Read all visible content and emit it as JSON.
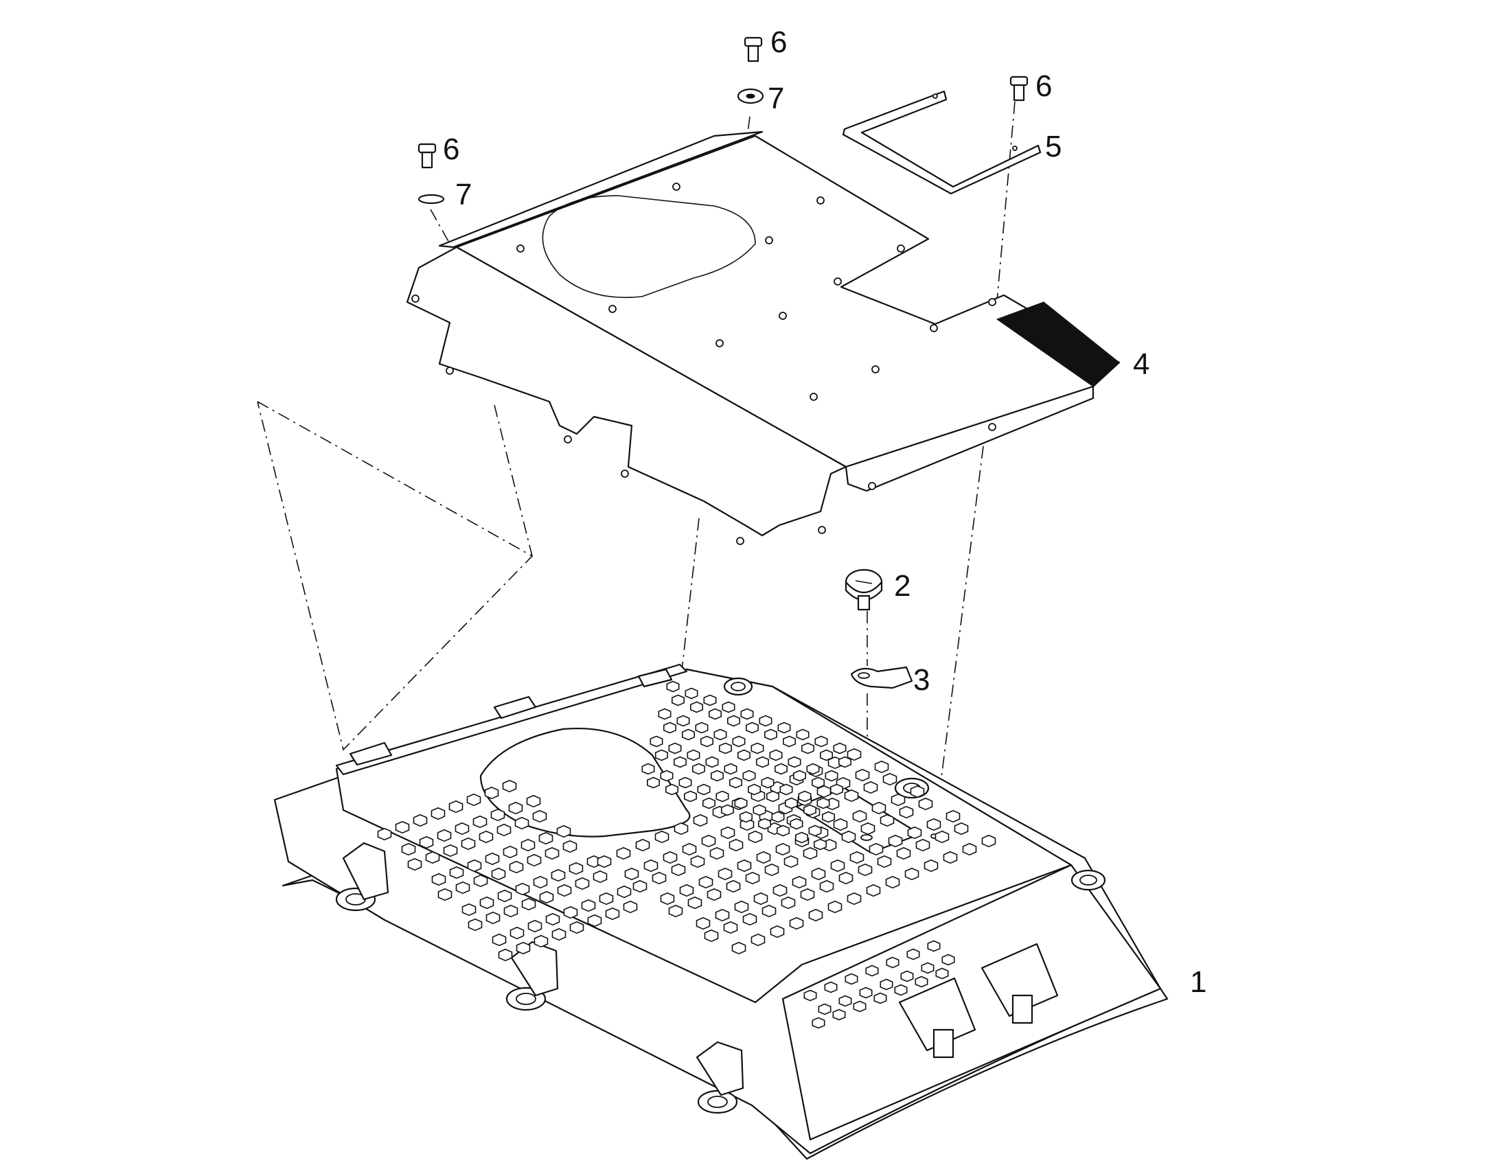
{
  "diagram": {
    "callouts": [
      {
        "id": "1",
        "label": "1"
      },
      {
        "id": "2",
        "label": "2"
      },
      {
        "id": "3",
        "label": "3"
      },
      {
        "id": "4",
        "label": "4"
      },
      {
        "id": "5",
        "label": "5"
      },
      {
        "id": "6a",
        "label": "6"
      },
      {
        "id": "6b",
        "label": "6"
      },
      {
        "id": "6c",
        "label": "6"
      },
      {
        "id": "7a",
        "label": "7"
      },
      {
        "id": "7b",
        "label": "7"
      }
    ]
  }
}
